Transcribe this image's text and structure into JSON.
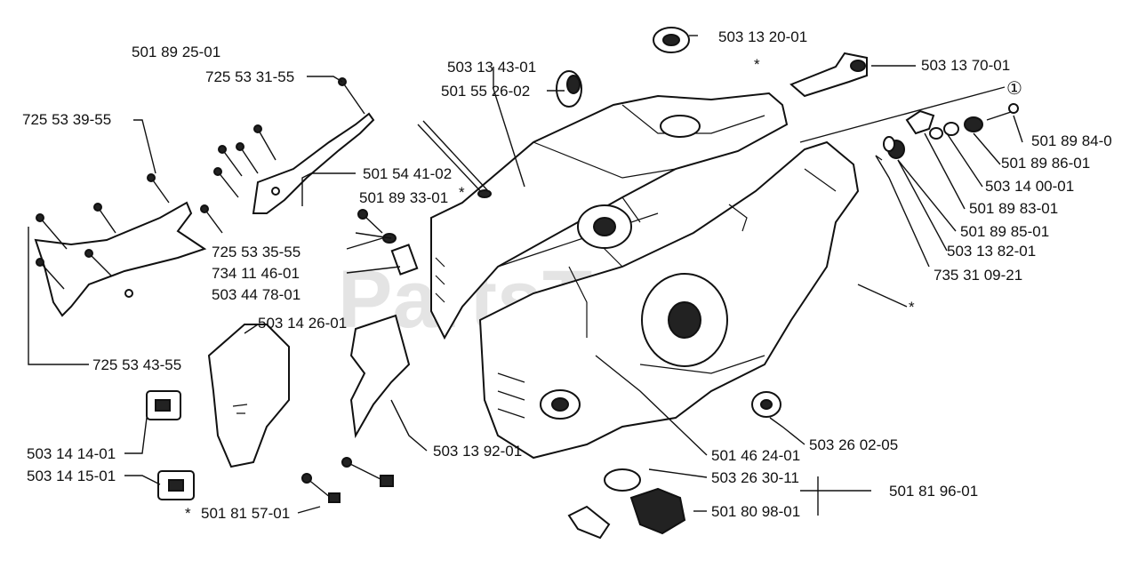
{
  "watermark": "PartsTree",
  "callout_symbol": "①",
  "asterisk": "*",
  "parts": {
    "p_501892501": "501 89 25-01",
    "p_725533155": "725 53 31-55",
    "p_725533955": "725 53 39-55",
    "p_503134301": "503 13 43-01",
    "p_501552602": "501 55 26-02",
    "p_503132001": "503 13 20-01",
    "p_503137001": "503 13 70-01",
    "p_501544102": "501 54 41-02",
    "p_501893301": "501 89 33-01",
    "p_725533555": "725 53 35-55",
    "p_734114601": "734 11 46-01",
    "p_503447801": "503 44 78-01",
    "p_503142601": "503 14 26-01",
    "p_725534355": "725 53 43-55",
    "p_503141401": "503 14 14-01",
    "p_503141501": "503 14 15-01",
    "p_501815701": "501 81 57-01",
    "p_503139201": "503 13 92-01",
    "p_501462401": "501 46 24-01",
    "p_503263011": "503 26 30-11",
    "p_501809801": "501 80 98-01",
    "p_501819601": "501 81 96-01",
    "p_503260205": "503 26 02-05",
    "p_735310921": "735 31 09-21",
    "p_503138201": "503 13 82-01",
    "p_501898501": "501 89 85-01",
    "p_501898301": "501 89 83-01",
    "p_503140001": "503 14 00-01",
    "p_501898601": "501 89 86-01",
    "p_501898401": "501 89 84-0"
  }
}
